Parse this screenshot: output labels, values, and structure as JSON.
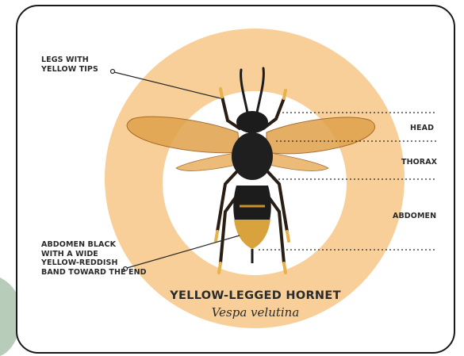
{
  "labels": {
    "legs": "LEGS WITH\nYELLOW TIPS",
    "head": "HEAD",
    "thorax": "THORAX",
    "abdomen": "ABDOMEN",
    "abdomen_note": "ABDOMEN BLACK\nWITH A WIDE\nYELLOW-REDDISH\nBAND TOWARD THE END"
  },
  "title": "YELLOW-LEGGED HORNET",
  "subtitle": "Vespa velutina",
  "colors": {
    "ring": "#f8cf98",
    "border": "#1a1a1a",
    "leaf": "#b7cdb9",
    "band": "#d8a23c",
    "body": "#1c1c1c",
    "wing": "#d89a3a"
  }
}
